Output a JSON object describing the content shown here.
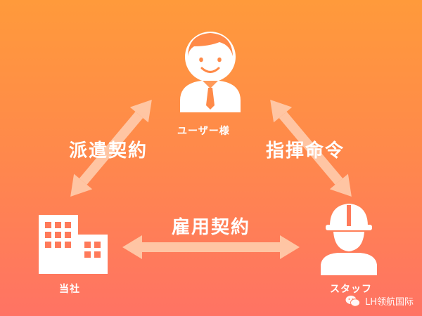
{
  "nodes": {
    "user": {
      "label": "ユーザー様",
      "icon": "businessman-icon"
    },
    "company": {
      "label": "当社",
      "icon": "office-building-icon"
    },
    "staff": {
      "label": "スタッフ",
      "icon": "hardhat-worker-icon"
    }
  },
  "edges": {
    "dispatch": {
      "label": "派遣契約"
    },
    "command": {
      "label": "指揮命令"
    },
    "employment": {
      "label": "雇用契約"
    }
  },
  "watermark": {
    "text": "LH领航国际",
    "icon": "wechat-icon"
  },
  "colors": {
    "background_top": "#ff9a3b",
    "background_bottom": "#ff7364",
    "arrow": "#ffc9a8",
    "icon": "#ffffff"
  }
}
